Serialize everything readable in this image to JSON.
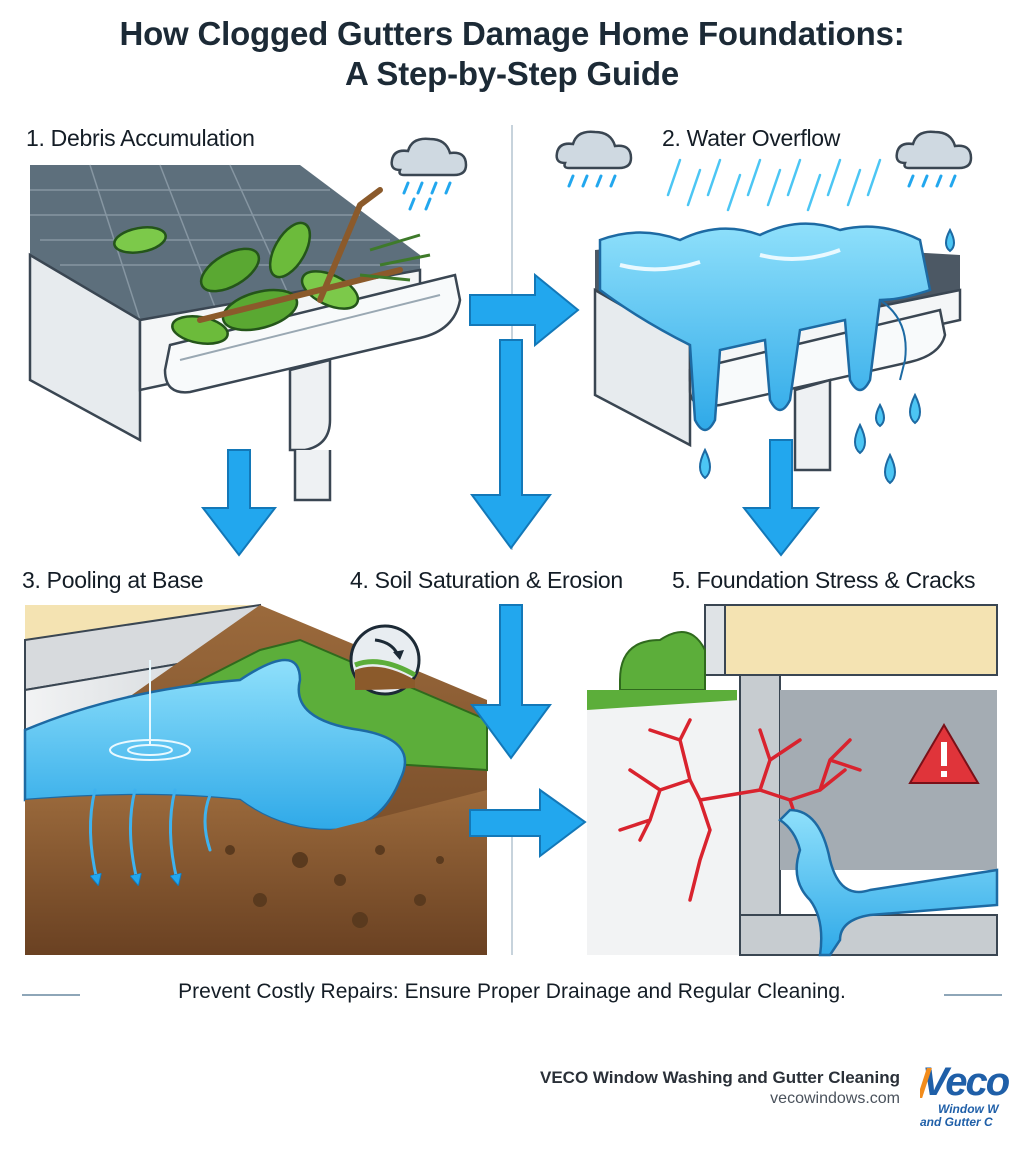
{
  "title": {
    "line1": "How Clogged Gutters Damage Home Foundations:",
    "line2": "A Step-by-Step Guide"
  },
  "steps": [
    {
      "label": "1. Debris Accumulation"
    },
    {
      "label": "2. Water Overflow"
    },
    {
      "label": "3. Pooling at Base"
    },
    {
      "label": "4. Soil Saturation & Erosion"
    },
    {
      "label": "5. Foundation Stress & Cracks"
    }
  ],
  "footer": {
    "tagline": "Prevent Costly Repairs: Ensure Proper Drainage and Regular Cleaning."
  },
  "brand": {
    "company": "VECO Window Washing and Gutter Cleaning",
    "website": "vecowindows.com",
    "logo_text": "Veco",
    "logo_sub1": "Window W",
    "logo_sub2": "and Gutter C"
  },
  "icons": [
    "rain-cloud-icon",
    "flow-arrow-icon",
    "erosion-badge-icon",
    "warning-triangle-icon"
  ],
  "colors": {
    "arrow_blue": "#22a7ee",
    "water_blue": "#4cc6f4",
    "leaf_green": "#5aa832",
    "crack_red": "#d9232e",
    "warning_red": "#e0343a",
    "logo_blue": "#1f5fa8",
    "logo_orange": "#f28c1c"
  }
}
